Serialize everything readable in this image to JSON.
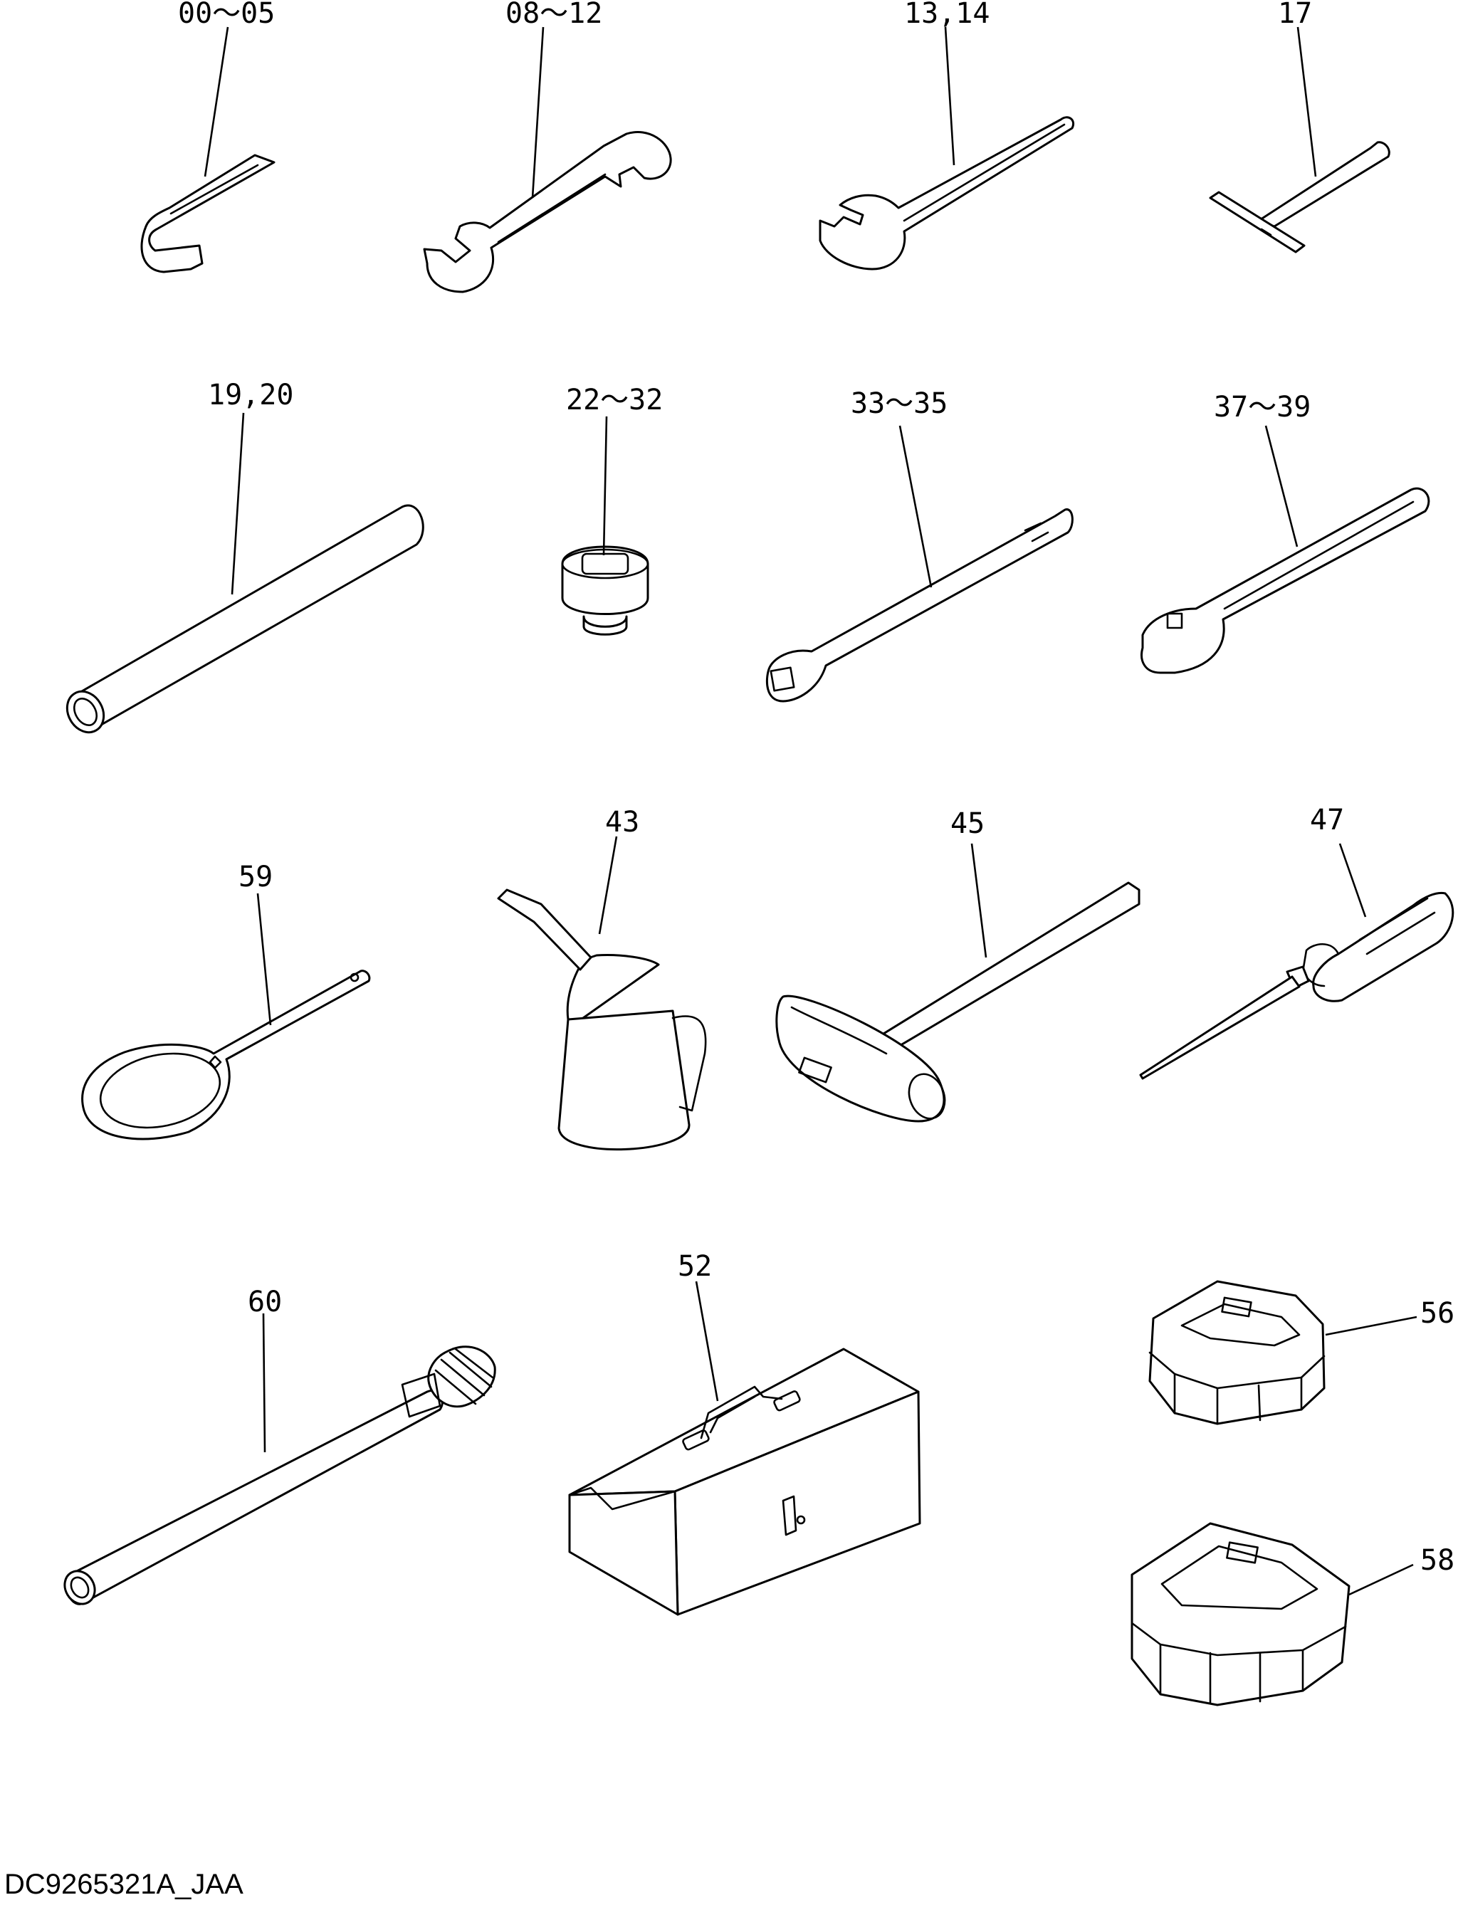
{
  "callouts": {
    "hex_key": "00～05",
    "wrench_a": "08～12",
    "wrench_b": "13,14",
    "t_wrench": "17",
    "bar": "19,20",
    "socket": "22～32",
    "extension": "33～35",
    "ratchet": "37～39",
    "oil_can": "43",
    "hammer": "45",
    "screwdriver": "47",
    "ring_spanner": "59",
    "grease_pipe": "60",
    "toolbox": "52",
    "filter_wrench_a": "56",
    "filter_wrench_b": "58"
  },
  "drawing_code": "DC9265321A_JAA"
}
